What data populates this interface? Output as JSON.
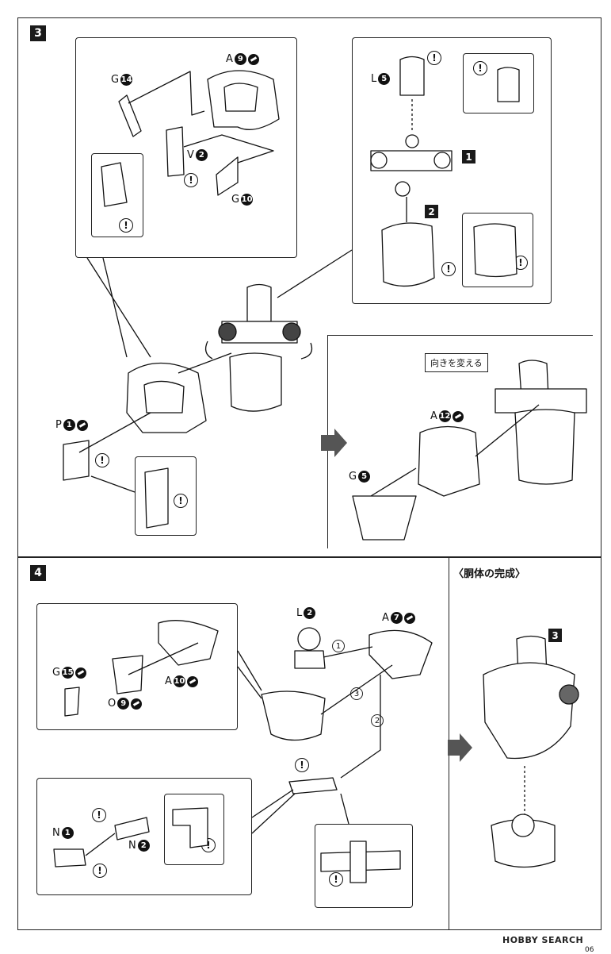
{
  "steps": {
    "three": "3",
    "four": "4"
  },
  "step3": {
    "parts": {
      "a9": {
        "letter": "A",
        "num": "9"
      },
      "g14": {
        "letter": "G",
        "num": "14"
      },
      "v2": {
        "letter": "V",
        "num": "2"
      },
      "g10": {
        "letter": "G",
        "num": "10"
      },
      "l5": {
        "letter": "L",
        "num": "5"
      },
      "p1": {
        "letter": "P",
        "num": "1"
      },
      "a12": {
        "letter": "A",
        "num": "12"
      },
      "g5": {
        "letter": "G",
        "num": "5"
      }
    },
    "substep1": "1",
    "substep2": "2",
    "rotate_note": "向きを変える"
  },
  "step4": {
    "parts": {
      "l2": {
        "letter": "L",
        "num": "2"
      },
      "a7": {
        "letter": "A",
        "num": "7"
      },
      "g15": {
        "letter": "G",
        "num": "15"
      },
      "a10": {
        "letter": "A",
        "num": "10"
      },
      "o9": {
        "letter": "O",
        "num": "9"
      },
      "n1": {
        "letter": "N",
        "num": "1"
      },
      "n2": {
        "letter": "N",
        "num": "2"
      }
    },
    "order": [
      "1",
      "2",
      "3"
    ]
  },
  "completion": {
    "heading": "〈胴体の完成〉",
    "badge": "3"
  },
  "warn_symbol": "!",
  "watermark": "HOBBY SEARCH",
  "page_number": "06"
}
